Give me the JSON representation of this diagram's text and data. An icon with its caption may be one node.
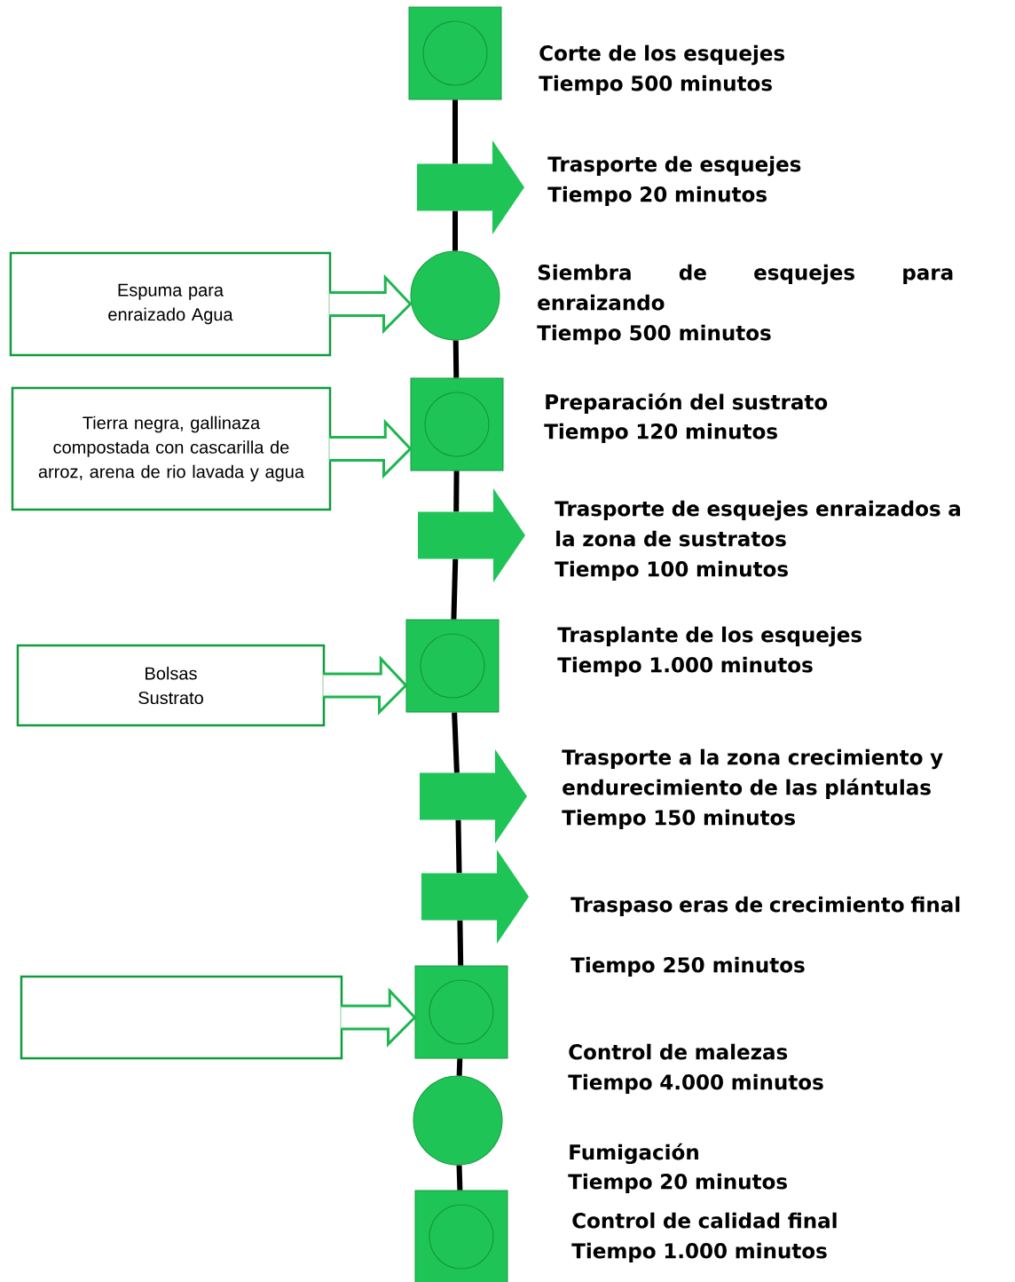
{
  "diagram": {
    "nodes": [
      {
        "text": [],
        "shape": "square",
        "beside": [
          "Corte de los esquejes",
          "Tiempo 500 minutos"
        ]
      },
      {
        "text": [],
        "shape": "arrow",
        "beside": [
          "Trasporte de esquejes",
          "Tiempo 20 minutos"
        ]
      },
      {
        "text": [
          "Espuma para enraizado Agua"
        ]
      },
      {
        "text": [],
        "shape": "circle",
        "beside": [
          "Siembra de esquejes para enraizando",
          "Tiempo 500 minutos"
        ]
      },
      {
        "text": [
          "Tierra negra, gallinaza compostada con cascarilla de arroz, arena de rio lavada y agua"
        ]
      },
      {
        "text": [],
        "shape": "square",
        "beside": [
          "Preparación del sustrato",
          "Tiempo 120 minutos"
        ]
      },
      {
        "text": [],
        "shape": "arrow",
        "beside": [
          "Trasporte de esquejes enraizados a la zona de sustratos",
          "Tiempo 100 minutos"
        ]
      },
      {
        "text": [
          "Bolsas Sustrato"
        ]
      },
      {
        "text": [],
        "shape": "square",
        "beside": [
          "Trasplante de los esquejes",
          "Tiempo 1.000 minutos"
        ]
      },
      {
        "text": [],
        "shape": "arrow",
        "beside": [
          "Trasporte a la zona crecimiento y endurecimiento de las plántulas",
          "Tiempo 150 minutos"
        ]
      },
      {
        "text": [],
        "shape": "arrow",
        "beside": [
          "Traspaso eras de crecimiento final",
          "Tiempo 250 minutos"
        ]
      },
      {
        "text": [],
        "shape": "box"
      },
      {
        "text": [],
        "shape": "square",
        "beside": [
          "Control de malezas",
          "Tiempo 4.000 minutos"
        ]
      },
      {
        "text": [],
        "shape": "circle",
        "beside": [
          "Fumigación",
          "Tiempo 20 minutos"
        ]
      },
      {
        "text": [],
        "shape": "square",
        "beside": [
          "Control de calidad final",
          "Tiempo 1.000 minutos"
        ]
      }
    ],
    "edges": [
      {
        "from": 0,
        "to": 1,
        "arrow": "none"
      },
      {
        "from": 1,
        "to": 3,
        "arrow": "none"
      },
      {
        "from": 3,
        "to": 5,
        "arrow": "none"
      },
      {
        "from": 5,
        "to": 6,
        "arrow": "none"
      },
      {
        "from": 6,
        "to": 8,
        "arrow": "none"
      },
      {
        "from": 8,
        "to": 9,
        "arrow": "none"
      },
      {
        "from": 9,
        "to": 10,
        "arrow": "none"
      },
      {
        "from": 10,
        "to": 12,
        "arrow": "none"
      },
      {
        "from": 12,
        "to": 13,
        "arrow": "none"
      },
      {
        "from": 13,
        "to": 14,
        "arrow": "none"
      },
      {
        "from": 2,
        "to": 3,
        "arrow": "to",
        "color": "#1db64f"
      },
      {
        "from": 4,
        "to": 5,
        "arrow": "to",
        "color": "#1db64f"
      },
      {
        "from": 7,
        "to": 8,
        "arrow": "to",
        "color": "#1db64f"
      },
      {
        "from": 11,
        "to": 12,
        "arrow": "to",
        "color": "#1db64f"
      }
    ]
  }
}
